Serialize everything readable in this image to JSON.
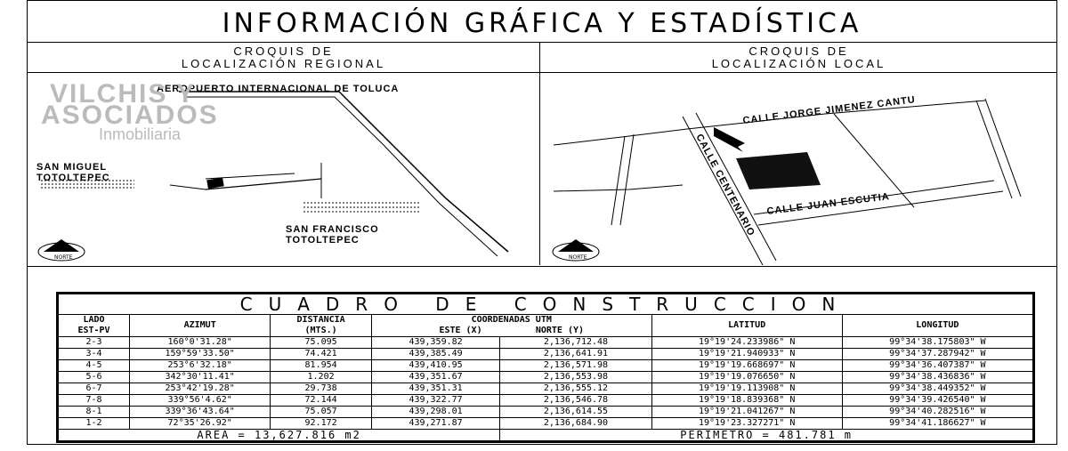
{
  "title": "INFORMACIÓN GRÁFICA Y ESTADÍSTICA",
  "regional": {
    "heading_line1": "CROQUIS DE",
    "heading_line2": "LOCALIZACIÓN REGIONAL",
    "airport": "AEROPUERTO INTERNACIONAL DE TOLUCA",
    "town1_line1": "SAN MIGUEL",
    "town1_line2": "TOTOLTEPEC",
    "town2_line1": "SAN FRANCISCO",
    "town2_line2": "TOTOLTEPEC",
    "north": "NORTE"
  },
  "local": {
    "heading_line1": "CROQUIS DE",
    "heading_line2": "LOCALIZACIÓN LOCAL",
    "street1": "CALLE JORGE JIMENEZ CANTU",
    "street2": "CALLE CENTENARIO",
    "street3": "CALLE JUAN ESCUTIA",
    "north": "NORTE"
  },
  "watermark": {
    "line1": "VILCHIS Y",
    "line2": "ASOCIADOS",
    "line3": "Inmobiliaria"
  },
  "table": {
    "title": "CUADRO DE CONSTRUCCION",
    "headers": {
      "lado": "LADO",
      "est_pv": "EST-PV",
      "azimut": "AZIMUT",
      "distancia": "DISTANCIA",
      "mts": "(MTS.)",
      "coordenadas": "COORDENADAS UTM",
      "este": "ESTE (X)",
      "norte": "NORTE (Y)",
      "latitud": "LATITUD",
      "longitud": "LONGITUD"
    },
    "rows": [
      {
        "lado": "2-3",
        "azimut": "160°0'31.28\"",
        "dist": "75.095",
        "este": "439,359.82",
        "norte": "2,136,712.48",
        "lat": "19°19'24.233986\" N",
        "lon": "99°34'38.175803\" W"
      },
      {
        "lado": "3-4",
        "azimut": "159°59'33.50\"",
        "dist": "74.421",
        "este": "439,385.49",
        "norte": "2,136,641.91",
        "lat": "19°19'21.940933\" N",
        "lon": "99°34'37.287942\" W"
      },
      {
        "lado": "4-5",
        "azimut": "253°6'32.18\"",
        "dist": "81.954",
        "este": "439,410.95",
        "norte": "2,136,571.98",
        "lat": "19°19'19.668697\" N",
        "lon": "99°34'36.407387\" W"
      },
      {
        "lado": "5-6",
        "azimut": "342°30'11.41\"",
        "dist": "1.202",
        "este": "439,351.67",
        "norte": "2,136,553.98",
        "lat": "19°19'19.076650\" N",
        "lon": "99°34'38.436836\" W"
      },
      {
        "lado": "6-7",
        "azimut": "253°42'19.28\"",
        "dist": "29.738",
        "este": "439,351.31",
        "norte": "2,136,555.12",
        "lat": "19°19'19.113908\" N",
        "lon": "99°34'38.449352\" W"
      },
      {
        "lado": "7-8",
        "azimut": "339°56'4.62\"",
        "dist": "72.144",
        "este": "439,322.77",
        "norte": "2,136,546.78",
        "lat": "19°19'18.839368\" N",
        "lon": "99°34'39.426540\" W"
      },
      {
        "lado": "8-1",
        "azimut": "339°36'43.64\"",
        "dist": "75.057",
        "este": "439,298.01",
        "norte": "2,136,614.55",
        "lat": "19°19'21.041267\" N",
        "lon": "99°34'40.282516\" W"
      },
      {
        "lado": "1-2",
        "azimut": "72°35'26.92\"",
        "dist": "92.172",
        "este": "439,271.87",
        "norte": "2,136,684.90",
        "lat": "19°19'23.327271\" N",
        "lon": "99°34'41.186627\" W"
      }
    ],
    "area": "AREA = 13,627.816 m2",
    "perimetro": "PERIMETRO = 481.781 m"
  }
}
